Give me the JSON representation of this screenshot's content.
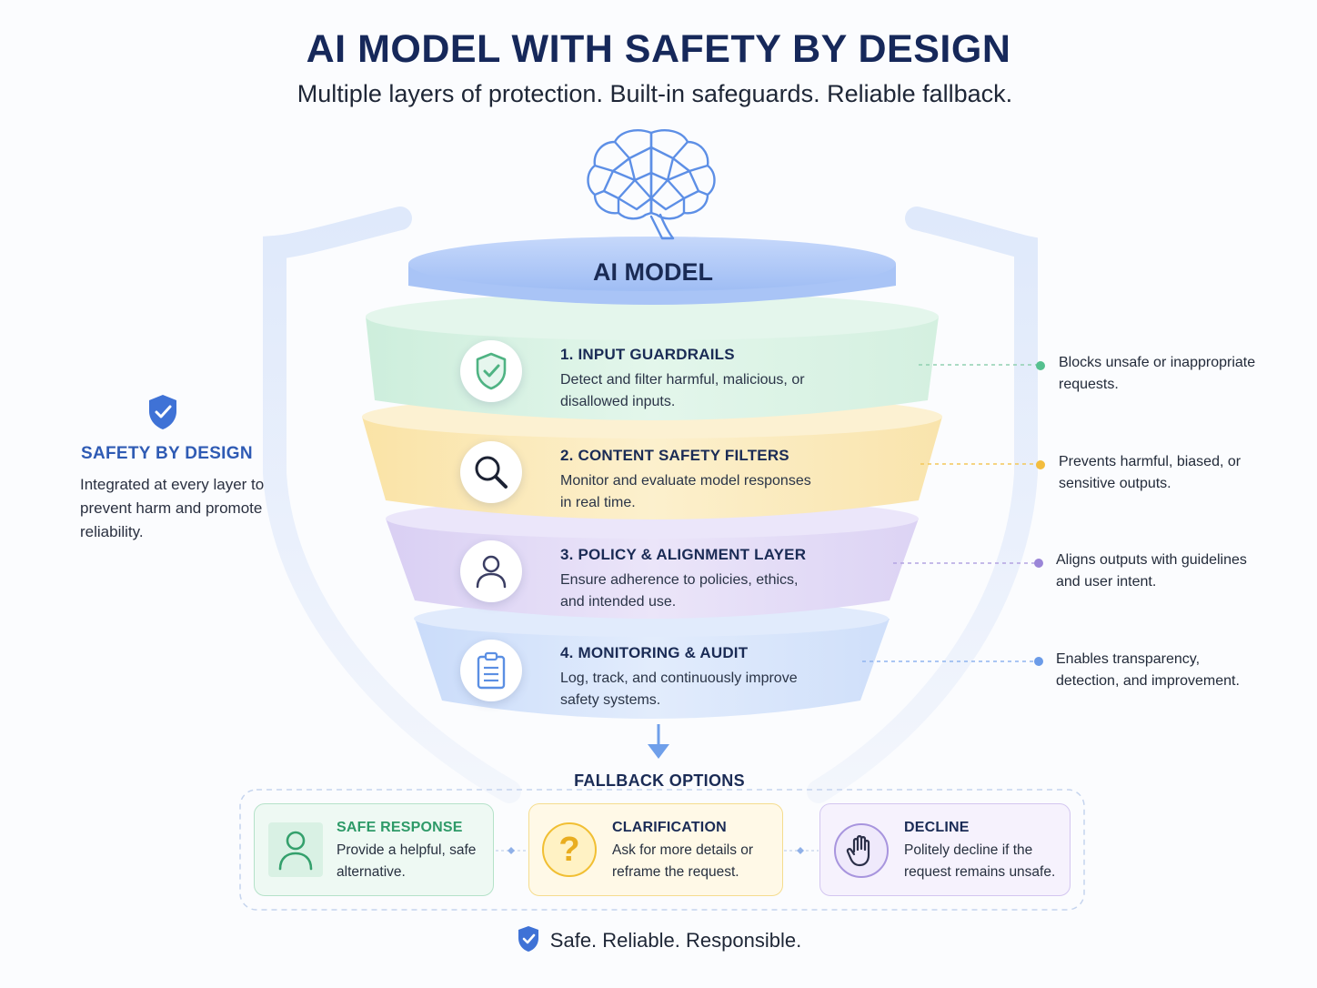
{
  "header": {
    "title": "AI MODEL WITH SAFETY BY DESIGN",
    "subtitle": "Multiple layers of protection. Built-in safeguards. Reliable fallback."
  },
  "model": {
    "label": "AI MODEL",
    "icon": "brain-icon"
  },
  "layers": [
    {
      "title": "1. INPUT GUARDRAILS",
      "desc": "Detect and filter harmful, malicious, or disallowed inputs.",
      "note": "Blocks unsafe or inappropriate requests.",
      "icon": "shield-check-icon",
      "color": "#d6f1e3",
      "accent": "#55c08f"
    },
    {
      "title": "2. CONTENT SAFETY FILTERS",
      "desc": "Monitor and evaluate model responses in real time.",
      "note": "Prevents harmful, biased, or sensitive outputs.",
      "icon": "magnifier-icon",
      "color": "#fbeab8",
      "accent": "#f3bd3e"
    },
    {
      "title": "3. POLICY & ALIGNMENT LAYER",
      "desc": "Ensure adherence to policies, ethics, and intended use.",
      "note": "Aligns outputs with guidelines and user intent.",
      "icon": "person-icon",
      "color": "#e2dbf6",
      "accent": "#9b86d8"
    },
    {
      "title": "4. MONITORING & AUDIT",
      "desc": "Log, track, and continuously improve safety systems.",
      "note": "Enables transparency, detection, and improvement.",
      "icon": "clipboard-icon",
      "color": "#d6e4fb",
      "accent": "#6b9be8"
    }
  ],
  "side": {
    "title": "SAFETY BY DESIGN",
    "desc": "Integrated at every layer to prevent harm and promote reliability.",
    "icon": "shield-check-icon"
  },
  "fallback": {
    "title": "FALLBACK OPTIONS",
    "options": [
      {
        "title": "SAFE RESPONSE",
        "desc": "Provide a helpful, safe alternative.",
        "icon": "person-icon",
        "color": "#2e9a68"
      },
      {
        "title": "CLARIFICATION",
        "desc": "Ask for more details or reframe the request.",
        "icon": "question-icon",
        "color": "#1a2b55"
      },
      {
        "title": "DECLINE",
        "desc": "Politely decline if the request remains unsafe.",
        "icon": "hand-stop-icon",
        "color": "#1a2b55"
      }
    ]
  },
  "footer": {
    "text": "Safe. Reliable. Responsible.",
    "icon": "shield-check-icon"
  }
}
